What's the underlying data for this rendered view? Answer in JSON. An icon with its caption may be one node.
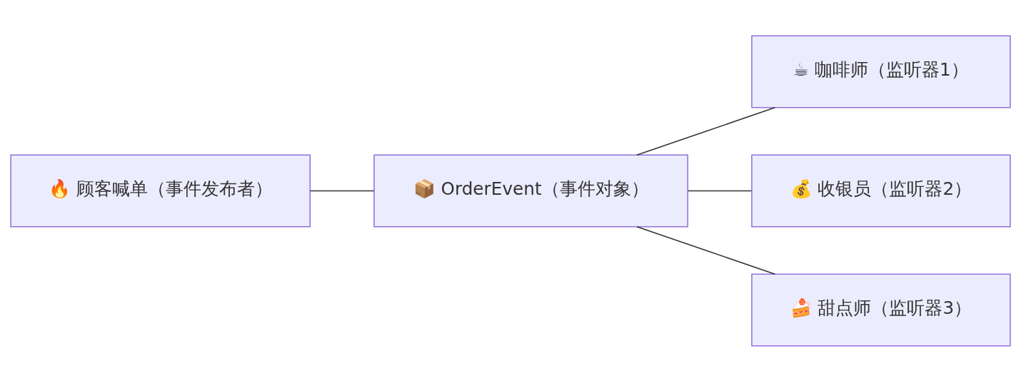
{
  "diagram": {
    "nodes": [
      {
        "text": [
          "🔥 顾客喊单（事件发布者）"
        ]
      },
      {
        "text": [
          "📦 OrderEvent（事件对象）"
        ]
      },
      {
        "text": [
          "☕ 咖啡师（监听器1）"
        ]
      },
      {
        "text": [
          "💰 收银员（监听器2）"
        ]
      },
      {
        "text": [
          "🍰 甜点师（监听器3）"
        ]
      }
    ],
    "edges": [
      {
        "from": 0,
        "to": 1,
        "arrow": "none"
      },
      {
        "from": 1,
        "to": 2,
        "arrow": "none"
      },
      {
        "from": 1,
        "to": 3,
        "arrow": "none"
      },
      {
        "from": 1,
        "to": 4,
        "arrow": "none"
      }
    ]
  }
}
